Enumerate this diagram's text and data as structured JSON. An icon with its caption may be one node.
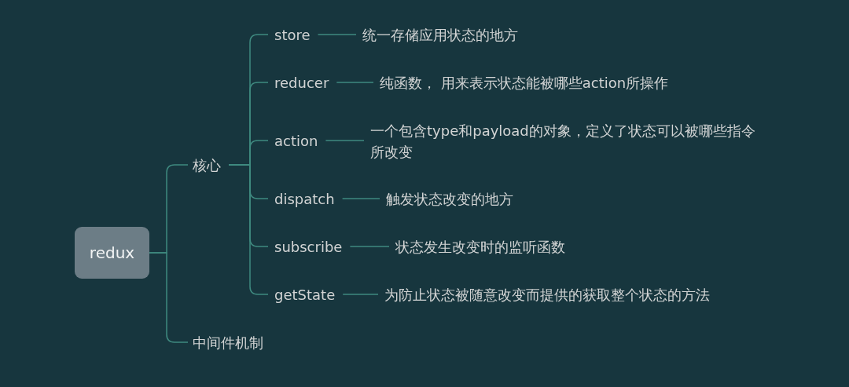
{
  "diagram": {
    "nodes": [
      {
        "text": [
          "redux"
        ]
      },
      {
        "text": [
          "核心"
        ]
      },
      {
        "text": [
          "中间件机制"
        ]
      },
      {
        "text": [
          "store"
        ]
      },
      {
        "text": [
          "统一存储应用状态的地方"
        ]
      },
      {
        "text": [
          "reducer"
        ]
      },
      {
        "text": [
          "纯函数， 用来表示状态能被哪些action所操作"
        ]
      },
      {
        "text": [
          "action"
        ]
      },
      {
        "text": [
          "一个包含type和payload的对象，定义了状态可以被哪些指令所改变"
        ]
      },
      {
        "text": [
          "dispatch"
        ]
      },
      {
        "text": [
          "触发状态改变的地方"
        ]
      },
      {
        "text": [
          "subscribe"
        ]
      },
      {
        "text": [
          "状态发生改变时的监听函数"
        ]
      },
      {
        "text": [
          "getState"
        ]
      },
      {
        "text": [
          "为防止状态被随意改变而提供的获取整个状态的方法"
        ]
      }
    ],
    "edges": [
      {
        "from": 0,
        "to": 1,
        "arrow": "none"
      },
      {
        "from": 0,
        "to": 2,
        "arrow": "none"
      },
      {
        "from": 1,
        "to": 3,
        "arrow": "none"
      },
      {
        "from": 1,
        "to": 5,
        "arrow": "none"
      },
      {
        "from": 1,
        "to": 7,
        "arrow": "none"
      },
      {
        "from": 1,
        "to": 9,
        "arrow": "none"
      },
      {
        "from": 1,
        "to": 11,
        "arrow": "none"
      },
      {
        "from": 1,
        "to": 13,
        "arrow": "none"
      },
      {
        "from": 3,
        "to": 4,
        "arrow": "none"
      },
      {
        "from": 5,
        "to": 6,
        "arrow": "none"
      },
      {
        "from": 7,
        "to": 8,
        "arrow": "none"
      },
      {
        "from": 9,
        "to": 10,
        "arrow": "none"
      },
      {
        "from": 11,
        "to": 12,
        "arrow": "none"
      },
      {
        "from": 13,
        "to": 14,
        "arrow": "none"
      }
    ]
  }
}
